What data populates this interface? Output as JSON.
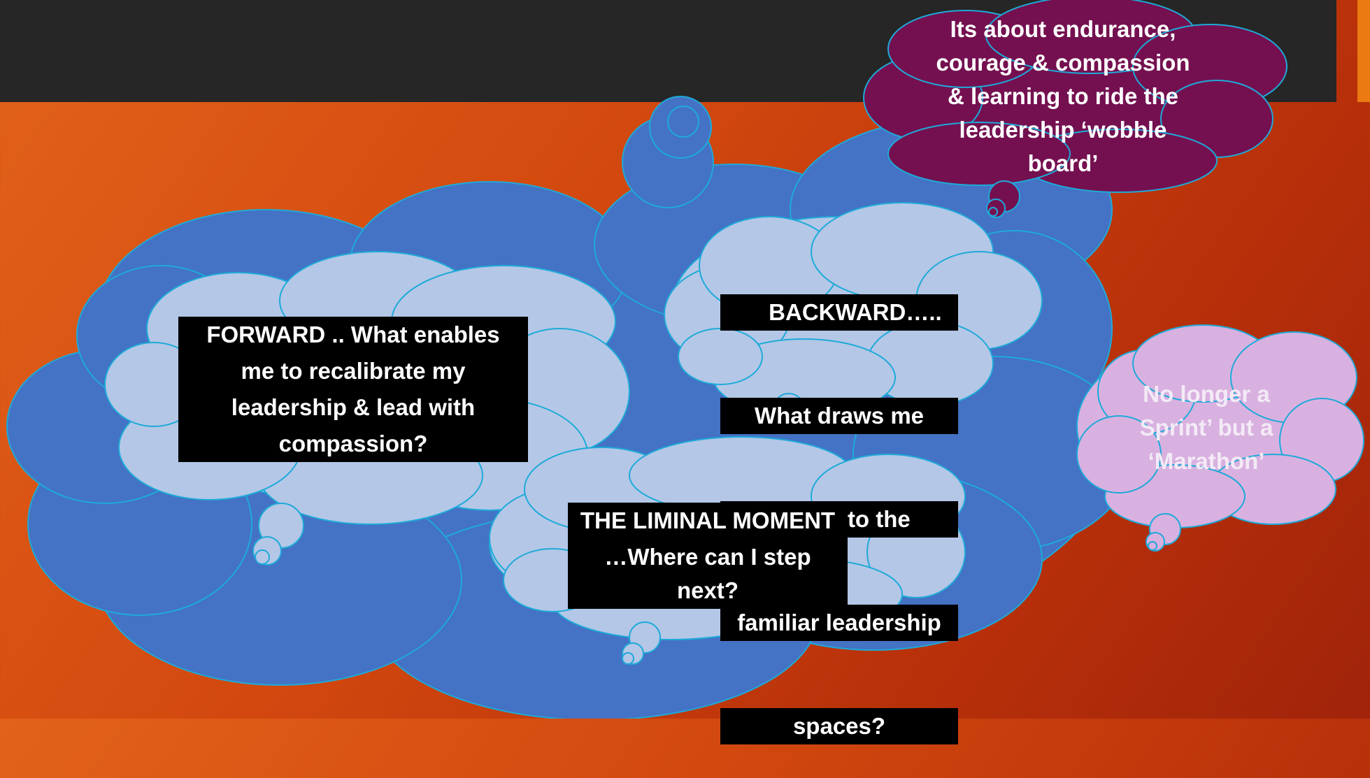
{
  "slide": {
    "colors": {
      "background_start": "#e2621a",
      "background_end": "#a0230a",
      "title_bar": "#262626",
      "accent": "#ec7a12",
      "big_cloud": "#4472c4",
      "inner_cloud": "#b4c7e7",
      "cloud_outline": "#1eaad8",
      "purple_cloud": "#741050",
      "pink_cloud": "#d9b1e0",
      "highlight": "#000000"
    },
    "forward": {
      "lines": [
        "FORWARD  .. What  enables",
        "me to recalibrate my",
        "leadership  &  lead with",
        "compassion?"
      ]
    },
    "backward": {
      "lines": [
        "     BACKWARD…..",
        "What draws me",
        "back into the",
        "familiar leadership",
        "spaces?"
      ]
    },
    "liminal": {
      "lines": [
        "THE LIMINAL MOMENT",
        "…Where can I step next?"
      ]
    },
    "endurance": {
      "lines": [
        "Its about endurance,",
        "courage  & compassion",
        "& learning to ride the",
        "leadership ‘wobble",
        "board’"
      ]
    },
    "marathon": {
      "lines": [
        "No longer a",
        "Sprint’ but a",
        "‘Marathon’"
      ]
    }
  }
}
